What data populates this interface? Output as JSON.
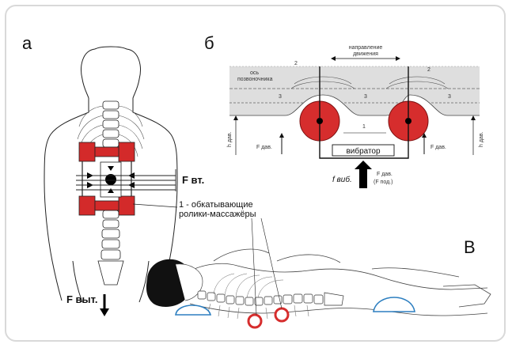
{
  "panels": {
    "a": "а",
    "b": "б",
    "v": "В"
  },
  "panel_a": {
    "force_lateral": "F вт.",
    "force_traction": "F выт."
  },
  "rollers_caption": {
    "line1": "1 - обкатывающие",
    "line2": "ролики-массажёры"
  },
  "panel_b": {
    "direction_line1": "направление",
    "direction_line2": "движения",
    "axis_line1": "ось",
    "axis_line2": "позвоночника",
    "num_1": "1",
    "num_2_left": "2",
    "num_2_right": "2",
    "num_3_left": "3",
    "num_3_mid": "3",
    "num_3_right": "3",
    "f_dav_left": "F дав.",
    "f_dav_right": "F дав.",
    "f_dav_bottom": "F дав.",
    "f_pod": "(F под.)",
    "f_vib": "f виб.",
    "vibrator": "вибратор",
    "side_left": "h дав.",
    "side_right": "h дав."
  },
  "colors": {
    "roller_red": "#d62d2d",
    "block_red": "#d32a2a",
    "support_blue": "#2d7fc0",
    "tissue_gray": "#dedede",
    "border": "#d9d9d9"
  }
}
